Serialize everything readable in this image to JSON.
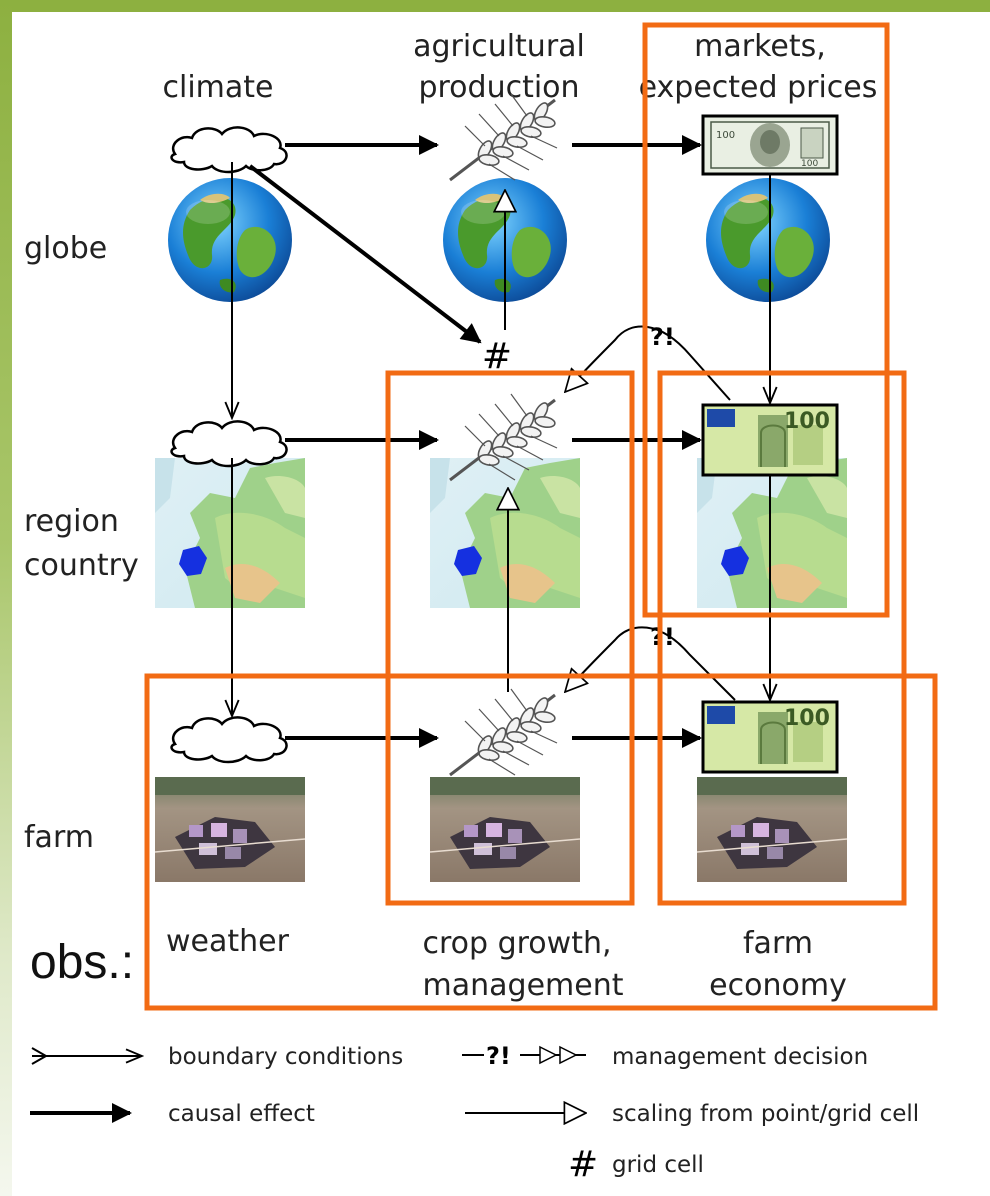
{
  "columns": {
    "climate": "climate",
    "agri_line1": "agricultural",
    "agri_line2": "production",
    "markets_line1": "markets,",
    "markets_line2": "expected prices"
  },
  "rows": {
    "globe": "globe",
    "region_line1": "region",
    "region_line2": "country",
    "farm": "farm"
  },
  "bottom": {
    "obs": "obs.:",
    "weather": "weather",
    "crop_line1": "crop growth,",
    "crop_line2": "management",
    "farm_line1": "farm",
    "farm_line2": "economy"
  },
  "marks": {
    "grid_hash": "#",
    "decision_top": "?!",
    "decision_mid": "?!",
    "money_top": "100",
    "money_mid": "100"
  },
  "legend": {
    "boundary": "boundary conditions",
    "decision_symbol": "?!",
    "decision": "management decision",
    "causal": "causal effect",
    "scaling": "scaling from point/grid cell",
    "grid_symbol": "#",
    "grid": "grid cell"
  },
  "colors": {
    "highlight": "#f26b14",
    "slide_accent": "#8db040"
  }
}
